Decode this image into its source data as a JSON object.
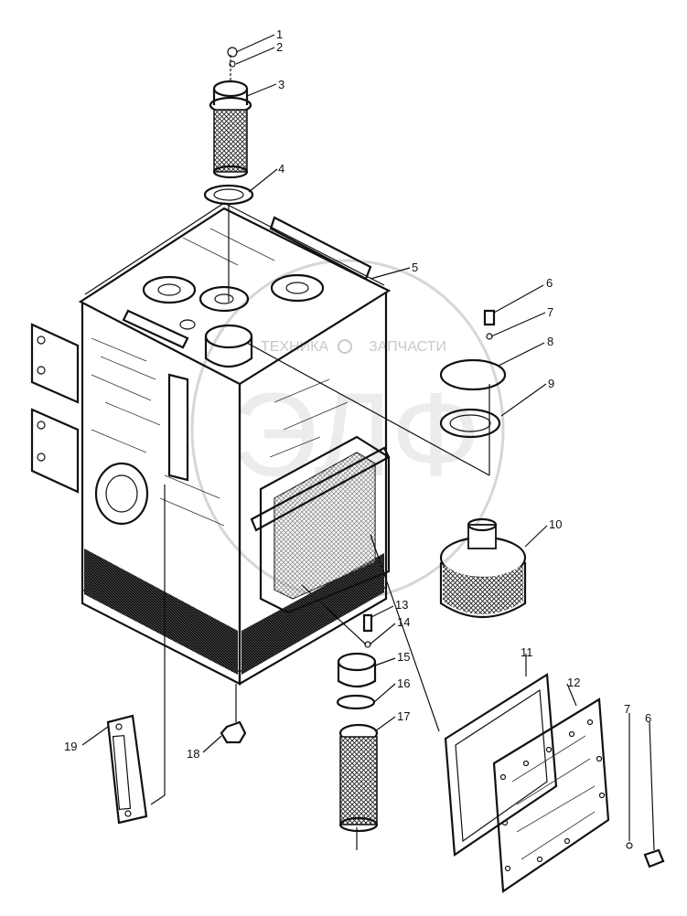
{
  "watermark": {
    "left_text": "ТЕХНИКА",
    "right_text": "ЗАПЧАСТИ",
    "big_text": "ЭЛФ"
  },
  "callouts": [
    {
      "id": "c1",
      "label": "1"
    },
    {
      "id": "c2",
      "label": "2"
    },
    {
      "id": "c3",
      "label": "3"
    },
    {
      "id": "c4",
      "label": "4"
    },
    {
      "id": "c5",
      "label": "5"
    },
    {
      "id": "c6",
      "label": "6"
    },
    {
      "id": "c7",
      "label": "7"
    },
    {
      "id": "c8",
      "label": "8"
    },
    {
      "id": "c9",
      "label": "9"
    },
    {
      "id": "c10",
      "label": "10"
    },
    {
      "id": "c11",
      "label": "11"
    },
    {
      "id": "c12",
      "label": "12"
    },
    {
      "id": "c7b",
      "label": "7"
    },
    {
      "id": "c6b",
      "label": "6"
    },
    {
      "id": "c13",
      "label": "13"
    },
    {
      "id": "c14",
      "label": "14"
    },
    {
      "id": "c15",
      "label": "15"
    },
    {
      "id": "c16",
      "label": "16"
    },
    {
      "id": "c17",
      "label": "17"
    },
    {
      "id": "c18",
      "label": "18"
    },
    {
      "id": "c19",
      "label": "19"
    }
  ]
}
